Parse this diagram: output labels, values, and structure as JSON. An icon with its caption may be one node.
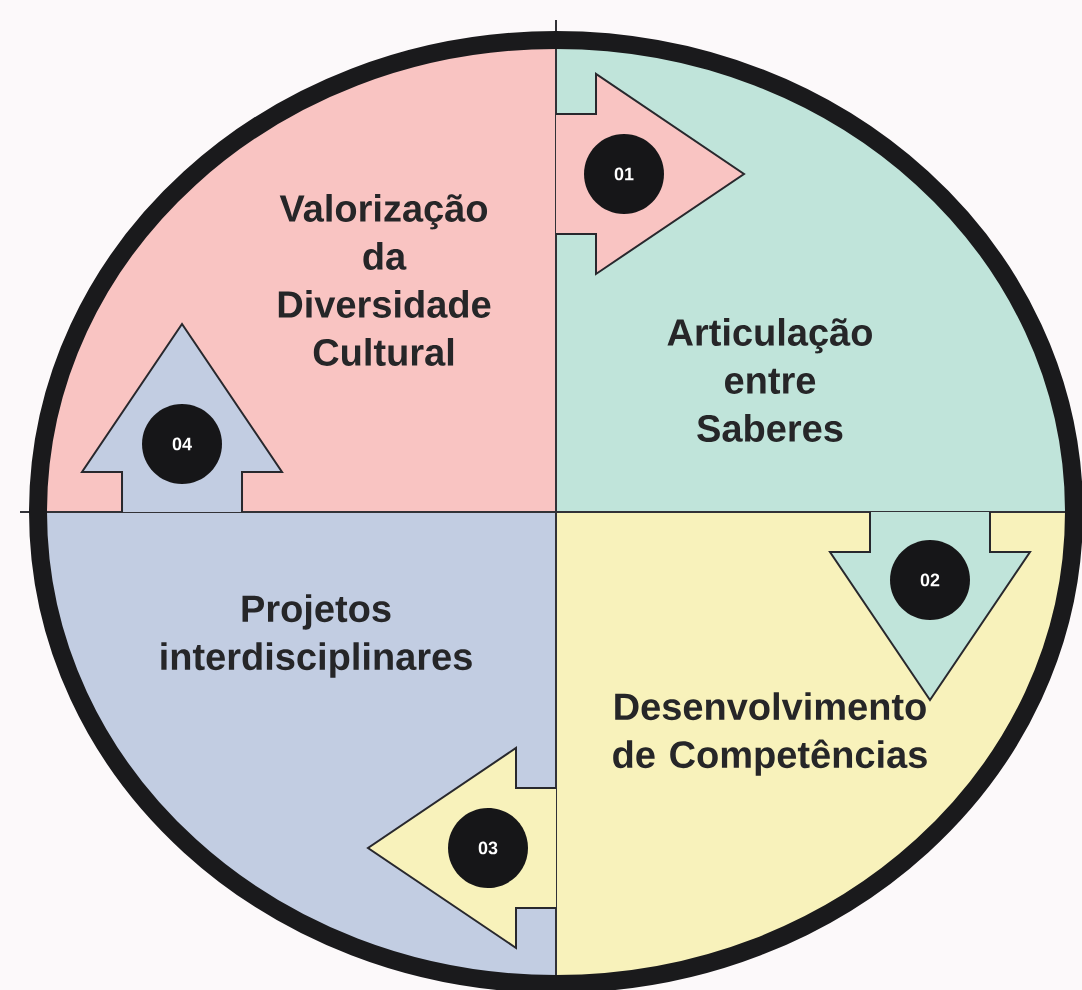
{
  "diagram": {
    "nodes": [
      {
        "text": [
          "Valorização da Diversidade Cultural"
        ]
      },
      {
        "text": [
          "Articulação entre Saberes"
        ]
      },
      {
        "text": [
          "Desenvolvimento de Competências"
        ]
      },
      {
        "text": [
          "Projetos interdisciplinares"
        ]
      }
    ],
    "edges": [
      {
        "from": 0,
        "to": 1,
        "arrow": "to",
        "label": "01"
      },
      {
        "from": 1,
        "to": 2,
        "arrow": "to",
        "label": "02"
      },
      {
        "from": 2,
        "to": 3,
        "arrow": "to",
        "label": "03"
      },
      {
        "from": 3,
        "to": 0,
        "arrow": "to",
        "label": "04"
      }
    ]
  }
}
